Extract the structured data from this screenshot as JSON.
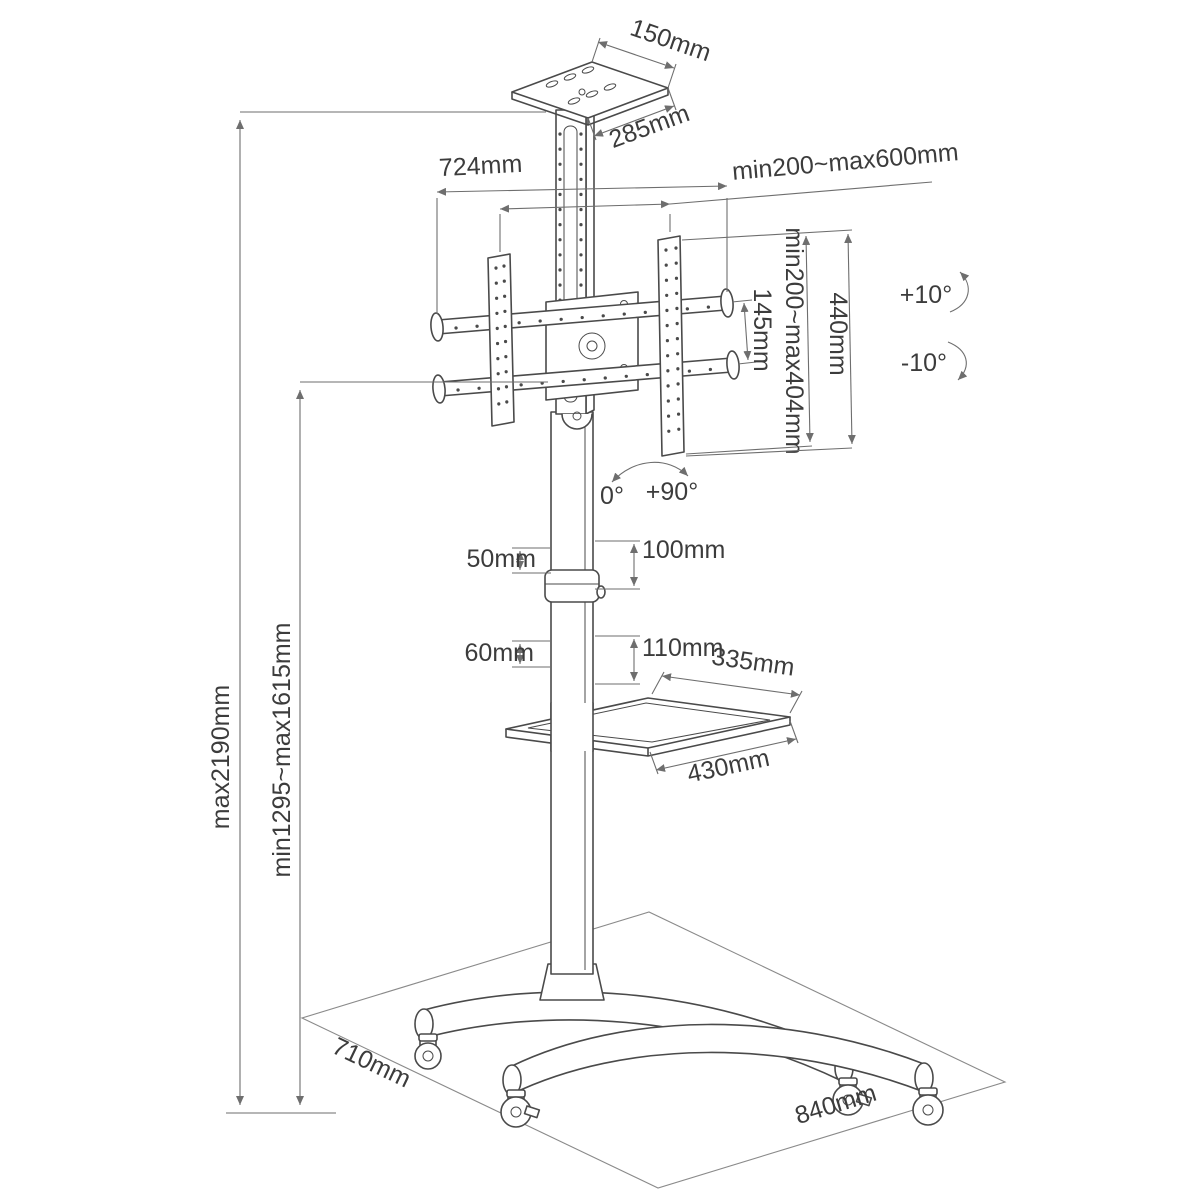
{
  "diagram": {
    "type": "technical-dimension-drawing",
    "subject": "mobile TV floor stand trolley with wheels, VESA bracket, AV shelf and media tray"
  },
  "labels": {
    "top_plate_depth": "150mm",
    "top_plate_width": "285mm",
    "bracket_total_width": "724mm",
    "vesa_width_range": "min200~max600mm",
    "bracket_height": "440mm",
    "vesa_height_range": "min200~max404mm",
    "crossbar_spacing": "145mm",
    "tilt_up": "+10°",
    "tilt_down": "-10°",
    "swivel_min": "0°",
    "swivel_max": "+90°",
    "pole_upper_left": "50mm",
    "pole_upper_right": "100mm",
    "pole_lower_left": "60mm",
    "pole_lower_right": "110mm",
    "shelf_depth": "335mm",
    "shelf_width": "430mm",
    "total_height": "max2190mm",
    "column_height_range": "min1295~max1615mm",
    "base_depth": "710mm",
    "base_width": "840mm"
  },
  "colors": {
    "line": "#4a4a4a",
    "dimension": "#6e6e6e",
    "text": "#3c3c3c",
    "background": "#ffffff"
  }
}
